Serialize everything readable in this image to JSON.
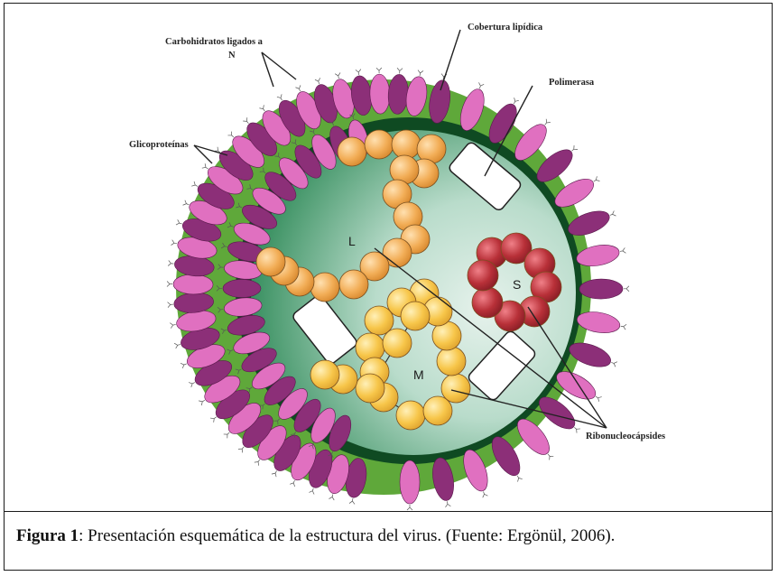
{
  "labels": {
    "carbohydrates_line1": "Carbohidratos ligados a",
    "carbohydrates_line2": "N",
    "lipid_envelope": "Cobertura lipídica",
    "polymerase": "Polimerasa",
    "glycoproteins": "Glicoproteínas",
    "ribonucleocapsids": "Ribonucleocápsides",
    "segment_l": "L",
    "segment_s": "S",
    "segment_m": "M"
  },
  "caption": {
    "label": "Figura 1",
    "text": ": Presentación esquemática de la estructura del virus. (Fuente: Ergönül, 2006)."
  },
  "colors": {
    "outer_ring": "#5fa83a",
    "membrane": "#0f4a22",
    "interior_dark": "#2f8a58",
    "interior_light": "#d8ece4",
    "glyco_dark": "#8c2f78",
    "glyco_pink": "#e070c0",
    "bead_orange": "#f2ad56",
    "bead_yellow": "#f7c64a",
    "bead_red": "#b83038",
    "polymerase_fill": "#ffffff"
  }
}
